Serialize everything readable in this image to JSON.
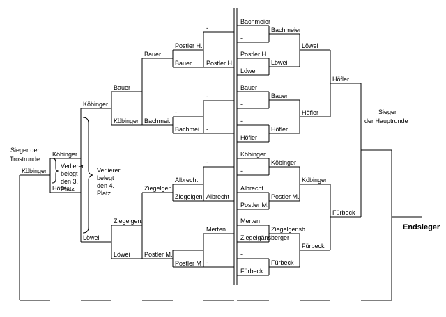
{
  "labels": {
    "consolation_winner": [
      "Sieger der",
      "Trostrunde"
    ],
    "main_winner": [
      "Sieger",
      "der Hauptrunde"
    ],
    "final_winner": "Endsieger",
    "loser_third": [
      "Verlierer",
      "belegt",
      "den 3.",
      "Platz"
    ],
    "loser_fourth": [
      "Verlierer",
      "belegt",
      "den 4.",
      "Platz"
    ]
  },
  "left_draw": {
    "round1": [
      "-",
      "Postler H.",
      "Bauer",
      "Postler H.",
      "-",
      "Bachmei.",
      "-",
      "Albrecht",
      "Ziegelgen",
      "Albrecht",
      "Merten",
      "Postler M",
      "-"
    ],
    "round2": [
      "Bauer",
      "Bauer",
      "Bachmei.",
      "Albrecht",
      "Ziegelgen.",
      "Merten",
      "Postler M."
    ],
    "round3": [
      "Bauer",
      "Köbinger",
      "Ziegelgen.",
      "Löwei"
    ],
    "round4": [
      "Köbinger",
      "Löwei"
    ],
    "semifinal": [
      "Köbinger",
      "Höfler"
    ],
    "consolation_final": "Köbinger"
  },
  "right_draw": {
    "round1": [
      "Bachmeier",
      "-",
      "Postler H.",
      "Löwei",
      "Bauer",
      "-",
      "-",
      "Höfler",
      "Köbinger",
      "-",
      "Albrecht",
      "Postler M.",
      "Merten",
      "Ziegelgänsberger",
      "-",
      "Fürbeck"
    ],
    "round2": [
      "Bachmeier",
      "Löwei",
      "Bauer",
      "Höfler",
      "Köbinger",
      "Postler M.",
      "Ziegelgensb.",
      "Fürbeck"
    ],
    "round3": [
      "Löwei",
      "Höfler",
      "Köbinger",
      "Fürbeck"
    ],
    "round4": [
      "Höfler",
      "Fürbeck"
    ]
  }
}
